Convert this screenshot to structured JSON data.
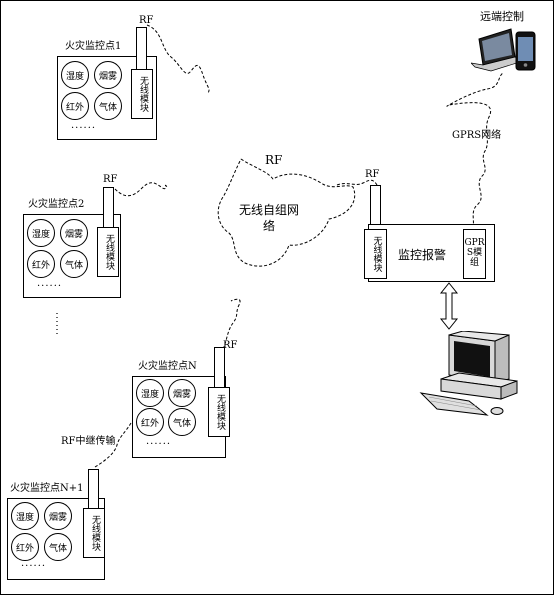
{
  "remote_control": {
    "label": "远端控制"
  },
  "gprs_link": {
    "label": "GPRS网络"
  },
  "adhoc_network": {
    "rf": "RF",
    "line1": "无线自组网",
    "line2": "络"
  },
  "relay_link": {
    "label": "RF中继传输"
  },
  "ellipsis": "······",
  "vertical_dots": "······",
  "nodes": [
    {
      "title": "火灾监控点1",
      "rf": "RF",
      "module": "无线模块",
      "sensors": [
        "湿度",
        "烟雾",
        "红外",
        "气体"
      ]
    },
    {
      "title": "火灾监控点2",
      "rf": "RF",
      "module": "无线模块",
      "sensors": [
        "湿度",
        "烟雾",
        "红外",
        "气体"
      ]
    },
    {
      "title": "火灾监控点N",
      "rf": "RF",
      "module": "无线模块",
      "sensors": [
        "湿度",
        "烟雾",
        "红外",
        "气体"
      ]
    },
    {
      "title": "火灾监控点N+1",
      "rf": "",
      "module": "无线模块",
      "sensors": [
        "湿度",
        "烟雾",
        "红外",
        "气体"
      ]
    }
  ],
  "monitor": {
    "rf": "RF",
    "wireless_module": "无线模块",
    "title": "监控报警",
    "gprs_module": "GPRS模组"
  },
  "colors": {
    "line": "#000000",
    "background": "#ffffff",
    "screen": "#111111",
    "computer_body": "#d9d9d9"
  },
  "icons": [
    "laptop-icon",
    "mobile-phone-icon",
    "desktop-computer-icon",
    "bidirectional-arrow-icon"
  ]
}
